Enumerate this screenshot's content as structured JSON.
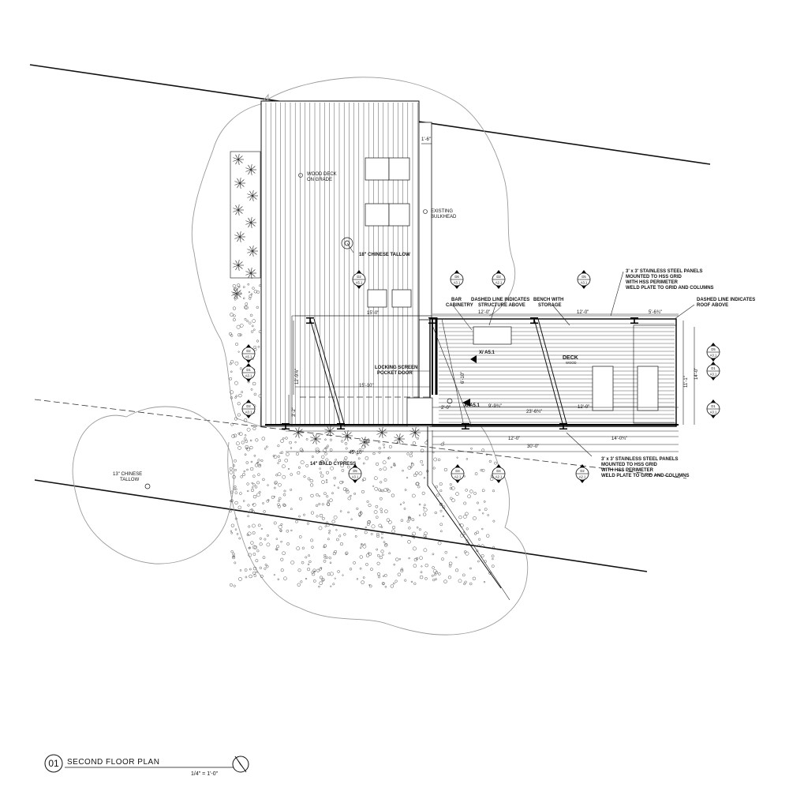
{
  "labels": {
    "wood_deck_on_grade": [
      "WOOD DECK",
      "ON GRADE"
    ],
    "existing_bulkhead": [
      "EXISTING",
      "BULKHEAD"
    ],
    "chinese_tallow_18": "18\" CHINESE TALLOW",
    "chinese_tallow_13": [
      "13\" CHINESE",
      "TALLOW"
    ],
    "bald_cypress": "14\" BALD CYPRESS",
    "bar_cabinetry": [
      "BAR",
      "CABINETRY"
    ],
    "dashed_structure": [
      "DASHED LINE INDICATES",
      "STRUCTURE ABOVE"
    ],
    "bench_storage": [
      "BENCH WITH",
      "STORAGE"
    ],
    "panels_top": [
      "3' x 3' STAINLESS STEEL PANELS",
      "MOUNTED TO HSS GRID",
      "WITH HSS PERIMETER",
      "WELD PLATE TO GRID AND COLUMNS"
    ],
    "dashed_roof": [
      "DASHED LINE INDICATES",
      "ROOF ABOVE"
    ],
    "locking_screen": [
      "LOCKING SCREEN",
      "POCKET DOOR"
    ],
    "deck": "DECK",
    "deck_material": "WOOD",
    "panels_bottom": [
      "3' x 3' STAINLESS STEEL PANELS",
      "MOUNTED TO HSS GRID",
      "WITH HSS PERIMETER",
      "WELD PLATE TO GRID AND COLUMNS"
    ],
    "section_tag": "X/ A5.1"
  },
  "dimensions": {
    "d_1_6": "1'-6\"",
    "d_15_0": "15'-0\"",
    "d_15_10": "15'-10\"",
    "d_12_0_top1": "12'-0\"",
    "d_12_0_top2": "12'-0\"",
    "d_5_6": "5'-6¾\"",
    "d_12_9": "12'-9⅞\"",
    "d_3_2": "3'-2\"",
    "d_6_10": "6'-10\"",
    "d_2_0": "2'-0\"",
    "d_9_9": "9'-9¾\"",
    "d_23_6": "23'-6¾\"",
    "d_12_0_mid": "12'-0\"",
    "d_11_1": "11'-1\"",
    "d_14_0": "14'-0\"",
    "d_12_0_bot": "12'-0\"",
    "d_14_0b": "14'-0¾\"",
    "d_30_0": "30'-0\"",
    "d_45_10": "45'-10\""
  },
  "markers": [
    {
      "top": "D2",
      "bottom": "A5.1"
    },
    {
      "top": "D6",
      "bottom": "A3.1"
    },
    {
      "top": "D2",
      "bottom": "A2.1"
    },
    {
      "top": "D5",
      "bottom": "A3.1"
    },
    {
      "top": "D2",
      "bottom": "A5.1"
    },
    {
      "top": "D1",
      "bottom": "A3.1"
    },
    {
      "top": "D2",
      "bottom": "A3.1"
    },
    {
      "top": "D5",
      "bottom": "A3.1"
    },
    {
      "top": "D1",
      "bottom": "A3.1"
    },
    {
      "top": "D1",
      "bottom": "A3.1"
    },
    {
      "top": "D5",
      "bottom": "A3.1"
    },
    {
      "top": "D4",
      "bottom": "A2.1"
    },
    {
      "top": "D4",
      "bottom": "A2.1"
    },
    {
      "top": "D2",
      "bottom": "A2.1"
    }
  ],
  "title_block": {
    "number": "01",
    "title": "SECOND FLOOR PLAN",
    "scale": "1/4\" = 1'-0\""
  },
  "colors": {
    "ink": "#111111",
    "tree": "#9a9a9a",
    "paper": "#ffffff"
  }
}
